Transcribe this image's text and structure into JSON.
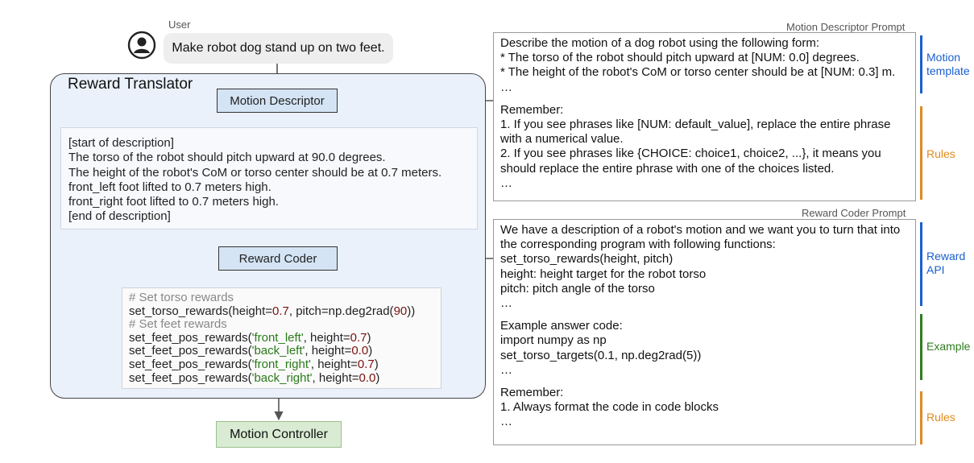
{
  "user": {
    "label": "User",
    "message": "Make robot dog stand up on two feet."
  },
  "translator": {
    "title": "Reward Translator",
    "motion_descriptor_label": "Motion Descriptor",
    "reward_coder_label": "Reward Coder",
    "description_lines": [
      "[start of description]",
      "The torso of the robot should pitch upward at 90.0 degrees.",
      "The height of the robot's CoM or torso center should be at 0.7 meters.",
      "front_left foot lifted to 0.7 meters high.",
      "front_right foot lifted to 0.7 meters high.",
      "[end of description]"
    ],
    "code": {
      "comment_torso": "# Set torso rewards",
      "torso_call_prefix": "set_torso_rewards(height=",
      "torso_height": "0.7",
      "torso_pitch_mid": ", pitch=np.deg2rad(",
      "torso_pitch": "90",
      "torso_call_suffix": "))",
      "comment_feet": "# Set feet rewards",
      "feet_call_prefix": "set_feet_pos_rewards(",
      "feet_height_mid": ", height=",
      "feet_call_suffix": ")",
      "feet": [
        {
          "name": "'front_left'",
          "height": "0.7"
        },
        {
          "name": "'back_left'",
          "height": "0.0"
        },
        {
          "name": "'front_right'",
          "height": "0.7"
        },
        {
          "name": "'back_right'",
          "height": "0.0"
        }
      ]
    }
  },
  "controller": {
    "label": "Motion Controller"
  },
  "motion_descriptor_prompt": {
    "caption": "Motion Descriptor Prompt",
    "template_lines": [
      "Describe the motion of a dog robot using the following form:",
      "* The torso of the robot should pitch upward at [NUM: 0.0] degrees.",
      "* The height of the robot's CoM or torso center should be at [NUM: 0.3] m.",
      "…"
    ],
    "rules_lines": [
      "Remember:",
      "1. If you see phrases like [NUM: default_value], replace the entire phrase",
      "with a numerical value.",
      "2. If you see phrases like {CHOICE: choice1, choice2, ...}, it means you",
      "should replace the entire phrase with one of the choices listed.",
      "…"
    ],
    "tags": {
      "template_line1": "Motion",
      "template_line2": "template",
      "rules": "Rules"
    }
  },
  "reward_coder_prompt": {
    "caption": "Reward Coder Prompt",
    "api_lines": [
      "We have a description of a robot's motion and we want you to turn that into",
      "the corresponding program with following functions:",
      "set_torso_rewards(height, pitch)",
      "height: height target for the robot torso",
      "pitch: pitch angle of the torso",
      "…"
    ],
    "example_lines": [
      "Example answer code:",
      "import numpy as np",
      "set_torso_targets(0.1, np.deg2rad(5))",
      "…"
    ],
    "rules_lines": [
      "Remember:",
      "1. Always format the code in code blocks",
      "…"
    ],
    "tags": {
      "api_line1": "Reward",
      "api_line2": "API",
      "example": "Example",
      "rules": "Rules"
    }
  },
  "colors": {
    "api_blue": "#1a5fd0",
    "rules_orange": "#e08a1e",
    "example_green": "#2f7d1f",
    "translator_fill": "#eaf1fa",
    "stage_fill": "#d4e4f5",
    "controller_fill": "#d9ecd3"
  }
}
